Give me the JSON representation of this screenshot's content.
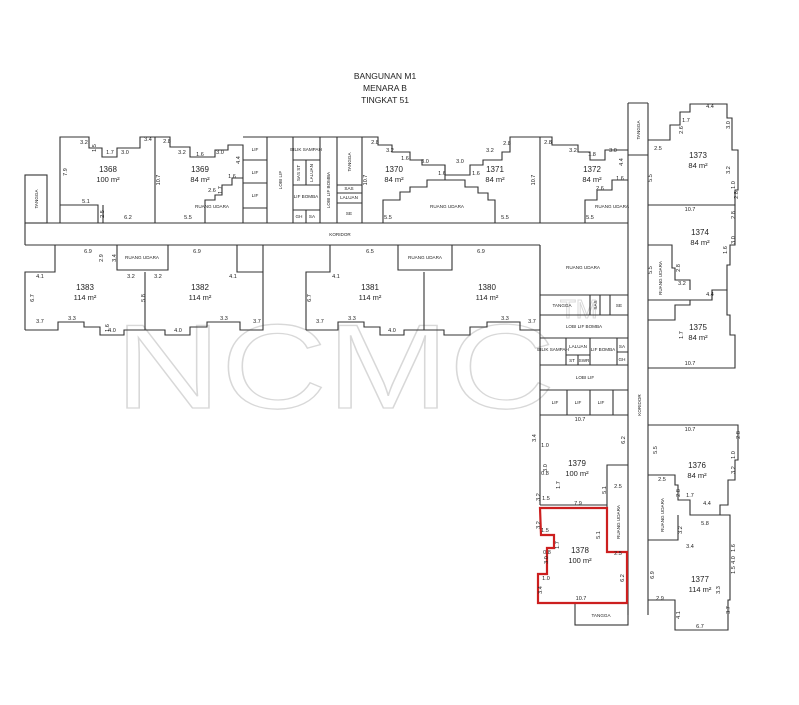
{
  "header": {
    "line1": "BANGUNAN M1",
    "line2": "MENARA B",
    "line3": "TINGKAT 51"
  },
  "watermark": "NCMC",
  "watermark_mark": "TM",
  "highlight_color": "#cc1f1f",
  "highlighted_unit": "1378",
  "units": [
    {
      "number": "1368",
      "area": "100 m²"
    },
    {
      "number": "1369",
      "area": "84 m²"
    },
    {
      "number": "1370",
      "area": "84 m²"
    },
    {
      "number": "1371",
      "area": "84 m²"
    },
    {
      "number": "1372",
      "area": "84 m²"
    },
    {
      "number": "1373",
      "area": "84 m²"
    },
    {
      "number": "1374",
      "area": "84 m²"
    },
    {
      "number": "1375",
      "area": "84 m²"
    },
    {
      "number": "1376",
      "area": "84 m²"
    },
    {
      "number": "1377",
      "area": "114 m²"
    },
    {
      "number": "1378",
      "area": "100 m²"
    },
    {
      "number": "1379",
      "area": "100 m²"
    },
    {
      "number": "1380",
      "area": "114 m²"
    },
    {
      "number": "1381",
      "area": "114 m²"
    },
    {
      "number": "1382",
      "area": "114 m²"
    },
    {
      "number": "1383",
      "area": "114 m²"
    }
  ],
  "rooms": [
    "TANGGA",
    "LIF",
    "LIF",
    "LIF",
    "LOBI LIF",
    "BILIK SAMPAH",
    "SAS ST",
    "LALUAN",
    "LIF BOMBA",
    "GH",
    "SA",
    "LOBI LIF BOMBA",
    "TANGGA",
    "SAS",
    "LALUAN",
    "SE",
    "RUANG UDARA",
    "RUANG UDARA",
    "RUANG UDARA",
    "TANGGA",
    "KORIDOR",
    "RUANG UDARA",
    "RUANG UDARA",
    "RUANG UDARA",
    "TANGGA",
    "SAS",
    "SE",
    "LOBI LIF BOMBA",
    "BILIK SAMPAH",
    "LALUAN",
    "ST",
    "SWR",
    "LIF BOMBA",
    "SA",
    "GH",
    "LOBI LIF",
    "LIF",
    "LIF",
    "LIF",
    "KORIDOR",
    "RUANG UDARA",
    "RUANG UDARA",
    "RUANG UDARA",
    "TANGGA"
  ],
  "dimensions": [
    "3.2",
    "1.5",
    "1.7",
    "3.0",
    "3.4",
    "7.9",
    "10.7",
    "5.1",
    "2.5",
    "6.2",
    "2.8",
    "3.2",
    "1.6",
    "3.0",
    "4.4",
    "1.6",
    "2.6",
    "1.7",
    "5.5",
    "2.8",
    "3.2",
    "1.6",
    "3.0",
    "10.7",
    "5.5",
    "3.0",
    "1.6",
    "1.6",
    "3.2",
    "2.8",
    "10.7",
    "5.5",
    "2.8",
    "3.2",
    "1.8",
    "3.0",
    "4.4",
    "1.6",
    "2.6",
    "5.5",
    "6.9",
    "2.9",
    "4.1",
    "3.4",
    "3.2",
    "3.2",
    "6.9",
    "4.1",
    "6.7",
    "5.8",
    "3.7",
    "3.3",
    "4.0",
    "1.6",
    "3.3",
    "3.7",
    "4.0",
    "6.5",
    "6.9",
    "6.7",
    "3.7",
    "3.3",
    "4.0",
    "3.3",
    "3.7",
    "4.1",
    "4.4",
    "1.7",
    "2.6",
    "3.0",
    "3.2",
    "2.8",
    "1.0",
    "2.5",
    "5.5",
    "10.7",
    "5.5",
    "2.8",
    "3.2",
    "1.6",
    "3.0",
    "2.8",
    "1.7",
    "4.4",
    "10.7",
    "10.7",
    "3.4",
    "1.0",
    "3.0",
    "0.8",
    "1.7",
    "1.5",
    "3.2",
    "6.2",
    "2.5",
    "7.9",
    "5.1",
    "3.2",
    "1.5",
    "1.7",
    "0.8",
    "3.0",
    "1.0",
    "3.4",
    "10.7",
    "6.2",
    "2.5",
    "5.1",
    "10.7",
    "2.8",
    "1.0",
    "3.2",
    "2.5",
    "2.8",
    "1.7",
    "4.4",
    "5.8",
    "3.2",
    "3.4",
    "1.5",
    "4.0",
    "1.6",
    "3.3",
    "3.7",
    "6.9",
    "2.9",
    "4.1",
    "6.7",
    "5.5"
  ]
}
